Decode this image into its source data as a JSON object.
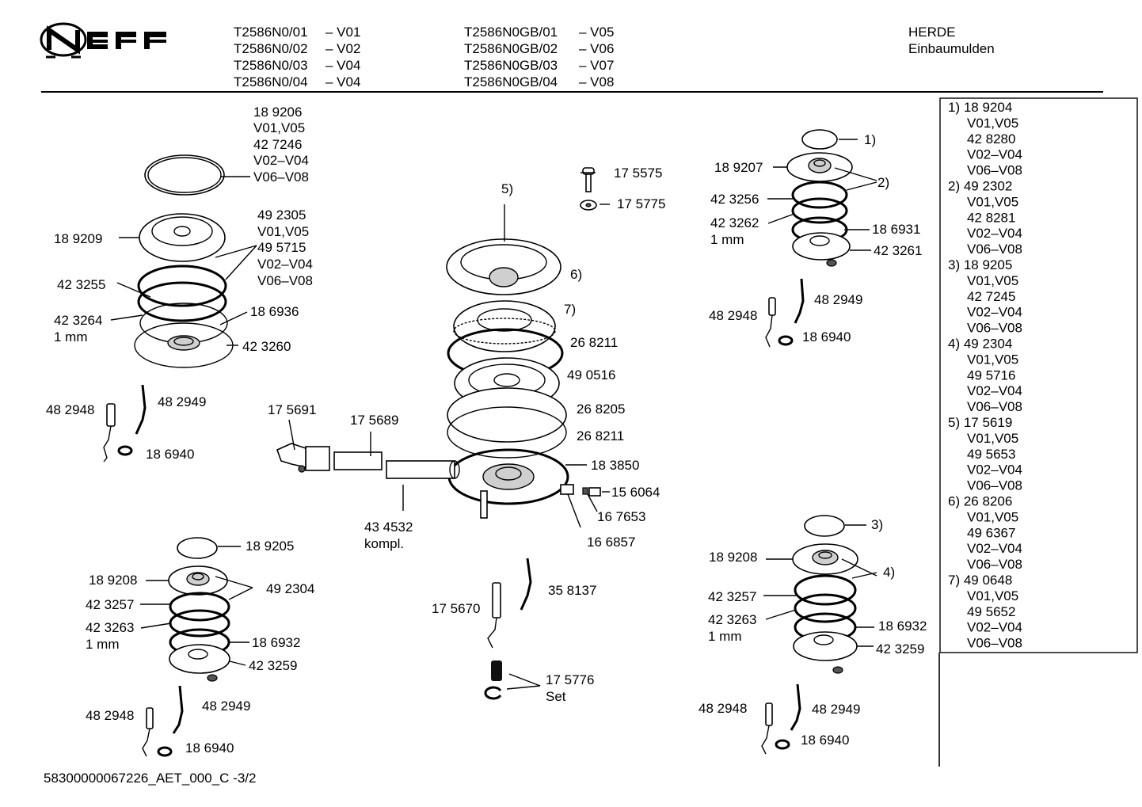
{
  "brand": "NEFF",
  "models_col1": [
    {
      "model": "T2586N0/01",
      "ver": "– V01"
    },
    {
      "model": "T2586N0/02",
      "ver": "– V02"
    },
    {
      "model": "T2586N0/03",
      "ver": "– V04"
    },
    {
      "model": "T2586N0/04",
      "ver": "– V04"
    }
  ],
  "models_col2": [
    {
      "model": "T2586N0GB/01",
      "ver": "– V05"
    },
    {
      "model": "T2586N0GB/02",
      "ver": "– V06"
    },
    {
      "model": "T2586N0GB/03",
      "ver": "– V07"
    },
    {
      "model": "T2586N0GB/04",
      "ver": "– V08"
    }
  ],
  "category": [
    "HERDE",
    "Einbaumulden"
  ],
  "labels": {
    "l_189206": "18 9206",
    "l_v0105a": "V01,V05",
    "l_427246": "42 7246",
    "l_v0204a": "V02–V04",
    "l_v0608a": "V06–V08",
    "l_189209": "18 9209",
    "l_492305": "49 2305",
    "l_v0105b": "V01,V05",
    "l_495715": "49 5715",
    "l_v0204b": "V02–V04",
    "l_v0608b": "V06–V08",
    "l_423255": "42 3255",
    "l_423264": "42 3264",
    "l_1mm_a": "1 mm",
    "l_186936": "18 6936",
    "l_423260": "42 3260",
    "l_482948_a": "48 2948",
    "l_482949_a": "48 2949",
    "l_186940_a": "18 6940",
    "l_175691": "17 5691",
    "l_175689": "17 5689",
    "l_434532": "43 4532",
    "l_kompl": "kompl.",
    "l_175575": "17 5575",
    "l_175775": "17 5775",
    "l_5": "5)",
    "l_6": "6)",
    "l_7": "7)",
    "l_268211_a": "26 8211",
    "l_490516": "49 0516",
    "l_268205": "26 8205",
    "l_268211_b": "26 8211",
    "l_183850": "18 3850",
    "l_156064": "15 6064",
    "l_167653": "16 7653",
    "l_166857": "16 6857",
    "l_175670": "17 5670",
    "l_358137": "35 8137",
    "l_175776": "17 5776",
    "l_set": "Set",
    "l_1": "1)",
    "l_189207": "18 9207",
    "l_2": "2)",
    "l_423256": "42 3256",
    "l_423262": "42 3262",
    "l_1mm_b": "1 mm",
    "l_186931": "18 6931",
    "l_423261": "42 3261",
    "l_482948_b": "48 2948",
    "l_482949_b": "48 2949",
    "l_186940_b": "18 6940",
    "l_189205": "18 9205",
    "l_189208_a": "18 9208",
    "l_492304": "49 2304",
    "l_423257_a": "42 3257",
    "l_423263_a": "42 3263",
    "l_1mm_c": "1 mm",
    "l_186932_a": "18 6932",
    "l_423259_a": "42 3259",
    "l_482948_c": "48 2948",
    "l_482949_c": "48 2949",
    "l_186940_c": "18 6940",
    "l_3": "3)",
    "l_189208_b": "18 9208",
    "l_4": "4)",
    "l_423257_b": "42 3257",
    "l_423263_b": "42 3263",
    "l_1mm_d": "1 mm",
    "l_186932_b": "18 6932",
    "l_423259_b": "42 3259",
    "l_482948_d": "48 2948",
    "l_482949_d": "48 2949",
    "l_186940_d": "18 6940"
  },
  "legend": [
    "1) 18 9204",
    "V01,V05",
    "42 8280",
    "V02–V04",
    "V06–V08",
    "2) 49 2302",
    "V01,V05",
    "42 8281",
    "V02–V04",
    "V06–V08",
    "3) 18 9205",
    "V01,V05",
    "42 7245",
    "V02–V04",
    "V06–V08",
    "4) 49 2304",
    "V01,V05",
    "49 5716",
    "V02–V04",
    "V06–V08",
    "5) 17 5619",
    "V01,V05",
    "49 5653",
    "V02–V04",
    "V06–V08",
    "6) 26 8206",
    "V01,V05",
    "49 6367",
    "V02–V04",
    "V06–V08",
    "7) 49 0648",
    "V01,V05",
    "49 5652",
    "V02–V04",
    "V06–V08"
  ],
  "footer": "58300000067226_AET_000_C -3/2"
}
